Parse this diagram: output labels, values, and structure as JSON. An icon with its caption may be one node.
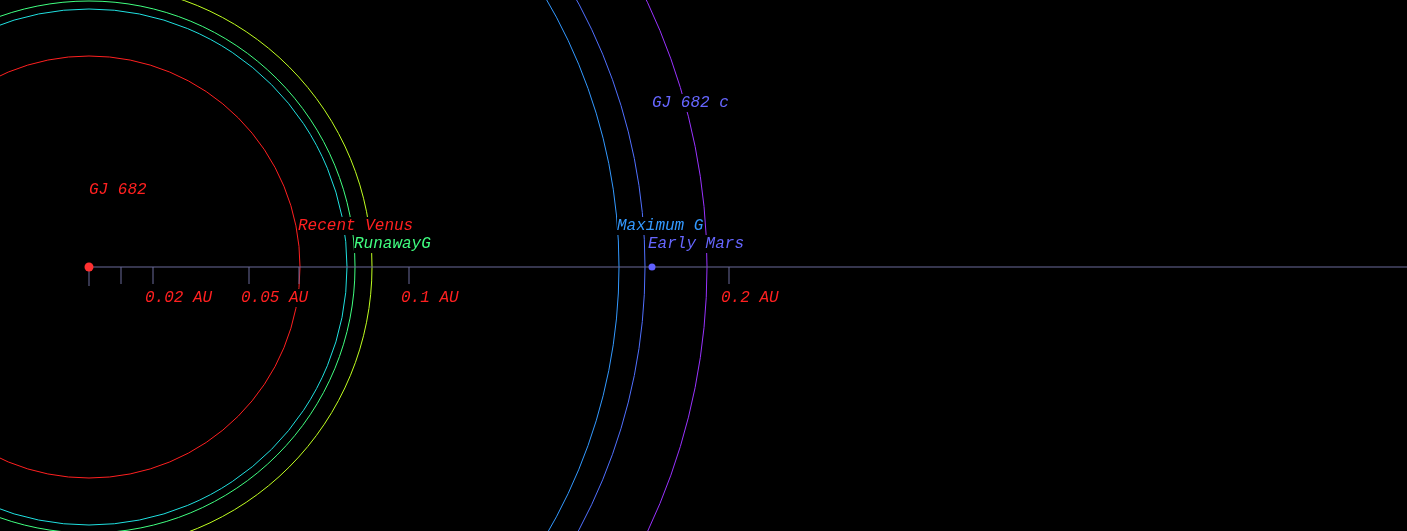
{
  "diagram": {
    "labels": [
      "GJ 682 c",
      "GJ 682",
      "Recent Venus",
      "Maximum G",
      "RunawayG",
      "Early Mars",
      "0.02 AU",
      "0.05 AU",
      "0.1 AU",
      "0.2 AU"
    ]
  }
}
